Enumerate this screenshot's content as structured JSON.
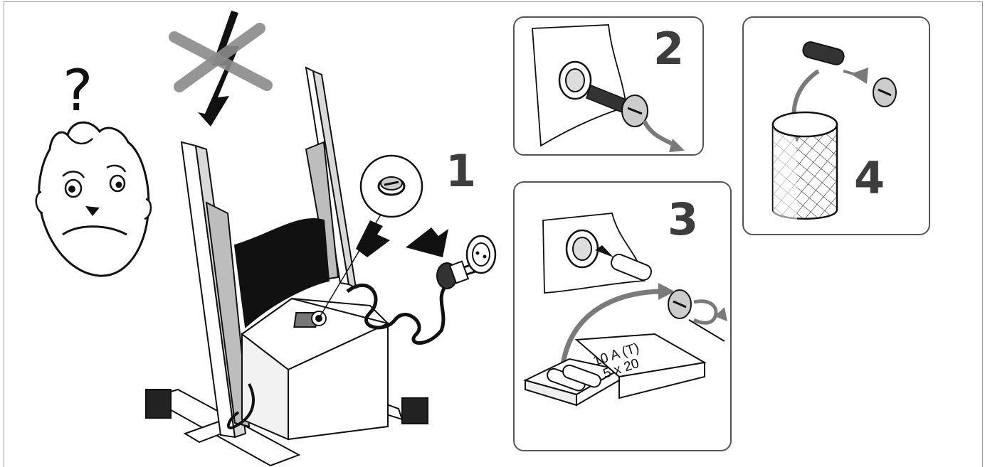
{
  "steps": {
    "step1": {
      "number": "1"
    },
    "step2": {
      "number": "2"
    },
    "step3": {
      "number": "3"
    },
    "step4": {
      "number": "4"
    }
  },
  "confused_face": {
    "question_mark": "?"
  },
  "fuse_box": {
    "rating_line1": "10 A (T)",
    "rating_line2": "5 x 20"
  },
  "colors": {
    "outline": "#111111",
    "arrow_gray": "#7a7a7a",
    "number_gray": "#3d3d3d",
    "panel_border": "#555555",
    "post_gray": "#bdbdbd"
  }
}
